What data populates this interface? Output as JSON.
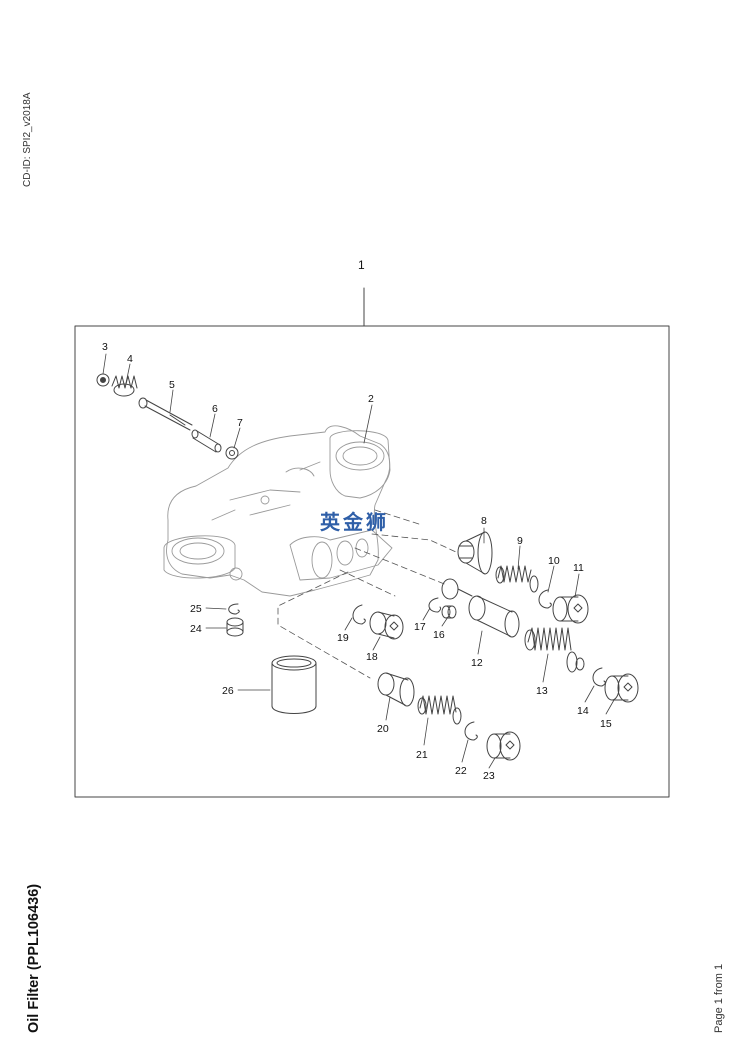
{
  "header": {
    "cd_id": "CD-ID: SPI2_v2018A"
  },
  "footer": {
    "title": "Oil Filter (PPL106436)",
    "page": "Page 1 from 1"
  },
  "watermark": "英金狮",
  "callouts": {
    "c1": "1",
    "c2": "2",
    "c3": "3",
    "c4": "4",
    "c5": "5",
    "c6": "6",
    "c7": "7",
    "c8": "8",
    "c9": "9",
    "c10": "10",
    "c11": "11",
    "c12": "12",
    "c13": "13",
    "c14": "14",
    "c15": "15",
    "c16": "16",
    "c17": "17",
    "c18": "18",
    "c19": "19",
    "c20": "20",
    "c21": "21",
    "c22": "22",
    "c23": "23",
    "c24": "24",
    "c25": "25",
    "c26": "26"
  },
  "colors": {
    "line": "#444444",
    "watermark": "#2f5fa8"
  }
}
